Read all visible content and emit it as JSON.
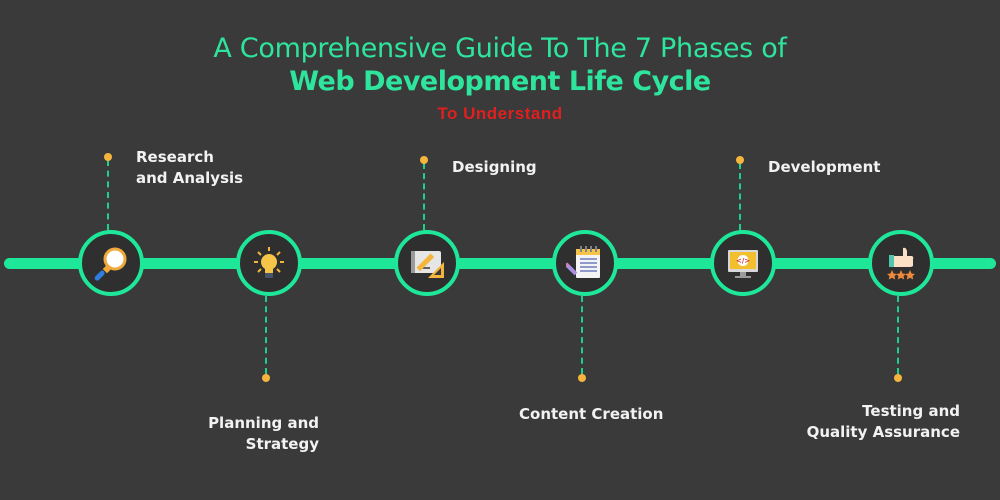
{
  "header": {
    "line1": "A Comprehensive Guide To The 7 Phases of",
    "line2": "Web Development Life Cycle",
    "line3": "To Understand"
  },
  "colors": {
    "background": "#3a3a3a",
    "accent": "#1fe79a",
    "subtitle_red": "#e02020",
    "connector_dot": "#f5b53c",
    "label_text": "#f2f2f2"
  },
  "phases": [
    {
      "label_line1": "Research",
      "label_line2": "and Analysis",
      "icon": "magnifier-icon",
      "position": "above"
    },
    {
      "label_line1": "Planning and",
      "label_line2": "Strategy",
      "icon": "lightbulb-icon",
      "position": "below"
    },
    {
      "label_line1": "Designing",
      "label_line2": "",
      "icon": "design-blueprint-icon",
      "position": "above"
    },
    {
      "label_line1": "Content Creation",
      "label_line2": "",
      "icon": "notepad-icon",
      "position": "below"
    },
    {
      "label_line1": "Development",
      "label_line2": "",
      "icon": "code-monitor-icon",
      "position": "above"
    },
    {
      "label_line1": "Testing and",
      "label_line2": "Quality Assurance",
      "icon": "thumbs-up-rating-icon",
      "position": "below"
    }
  ]
}
